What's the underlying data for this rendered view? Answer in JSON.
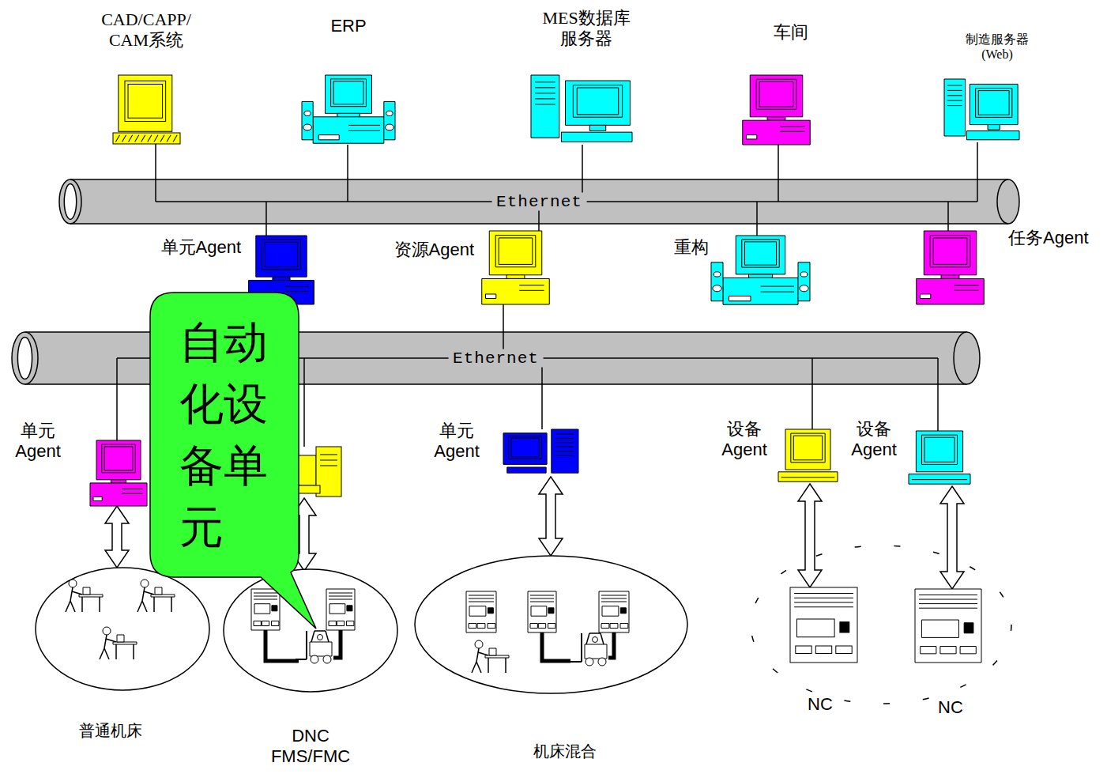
{
  "diagram": {
    "nodes": [
      {
        "text": [
          "CAD/CAPP/ CAM系统"
        ]
      },
      {
        "text": [
          "ERP"
        ]
      },
      {
        "text": [
          "MES数据库 服务器"
        ]
      },
      {
        "text": [
          "车间"
        ]
      },
      {
        "text": [
          "制造服务器 (Web)"
        ]
      },
      {
        "text": [
          "Ethernet"
        ]
      },
      {
        "text": [
          "单元Agent"
        ]
      },
      {
        "text": [
          "资源Agent"
        ]
      },
      {
        "text": [
          "重构"
        ]
      },
      {
        "text": [
          "任务Agent"
        ]
      },
      {
        "text": [
          "自动化设备单元"
        ]
      },
      {
        "text": [
          "Ethernet"
        ]
      },
      {
        "text": [
          "单元 Agent"
        ]
      },
      {
        "text": [
          "单元 Agent"
        ]
      },
      {
        "text": [
          "设备 Agent"
        ]
      },
      {
        "text": [
          "设备 Agent"
        ]
      },
      {
        "text": [
          "普通机床"
        ]
      },
      {
        "text": [
          "DNC FMS/FMC"
        ]
      },
      {
        "text": [
          "机床混合"
        ]
      },
      {
        "text": [
          "NC"
        ]
      },
      {
        "text": [
          "NC"
        ]
      }
    ],
    "edges": [
      {
        "from": 0,
        "to": 5,
        "arrow": "none"
      },
      {
        "from": 1,
        "to": 5,
        "arrow": "none"
      },
      {
        "from": 2,
        "to": 5,
        "arrow": "none"
      },
      {
        "from": 3,
        "to": 5,
        "arrow": "none"
      },
      {
        "from": 4,
        "to": 5,
        "arrow": "none"
      },
      {
        "from": 5,
        "to": 6,
        "arrow": "none"
      },
      {
        "from": 5,
        "to": 7,
        "arrow": "none"
      },
      {
        "from": 5,
        "to": 8,
        "arrow": "none"
      },
      {
        "from": 5,
        "to": 9,
        "arrow": "none"
      },
      {
        "from": 7,
        "to": 11,
        "arrow": "none"
      },
      {
        "from": 11,
        "to": 12,
        "arrow": "none"
      },
      {
        "from": 11,
        "to": 13,
        "arrow": "none"
      },
      {
        "from": 11,
        "to": 14,
        "arrow": "none"
      },
      {
        "from": 11,
        "to": 15,
        "arrow": "none"
      },
      {
        "from": 12,
        "to": 16,
        "arrow": "both"
      },
      {
        "from": 13,
        "to": 18,
        "arrow": "both"
      },
      {
        "from": 14,
        "to": 19,
        "arrow": "both"
      },
      {
        "from": 15,
        "to": 20,
        "arrow": "both"
      }
    ]
  }
}
